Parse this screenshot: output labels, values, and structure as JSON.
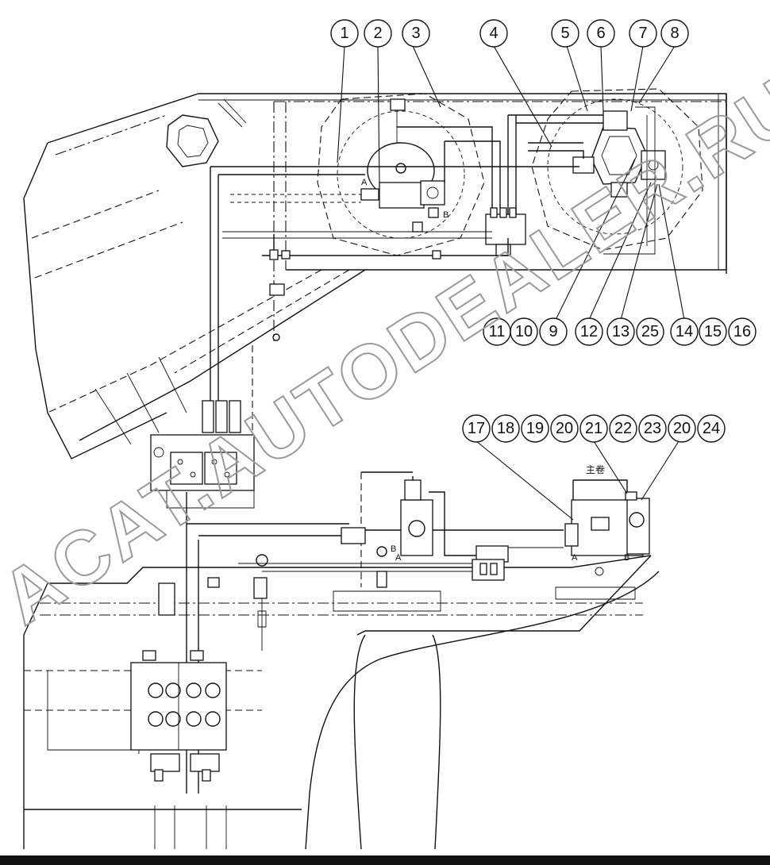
{
  "drawing": {
    "callouts_top_left": [
      "1",
      "2",
      "3"
    ],
    "callout_top_4": "4",
    "callouts_top_right": [
      "5",
      "6",
      "7",
      "8"
    ],
    "callouts_right_row": [
      "11",
      "10",
      "9",
      "12",
      "13",
      "25",
      "14",
      "15",
      "16"
    ],
    "callouts_lower": [
      "17",
      "18",
      "19",
      "20",
      "21",
      "22",
      "23",
      "20",
      "24"
    ],
    "port_labels": {
      "a_left_motor": "A",
      "b_left_motor": "B",
      "a_lower_1": "A",
      "b_lower_1": "B",
      "a_lower_2": "A",
      "b_lower_2": "B"
    },
    "main_winch_label": "主卷"
  },
  "watermark": "ACAT.AUTODEALER.RU"
}
